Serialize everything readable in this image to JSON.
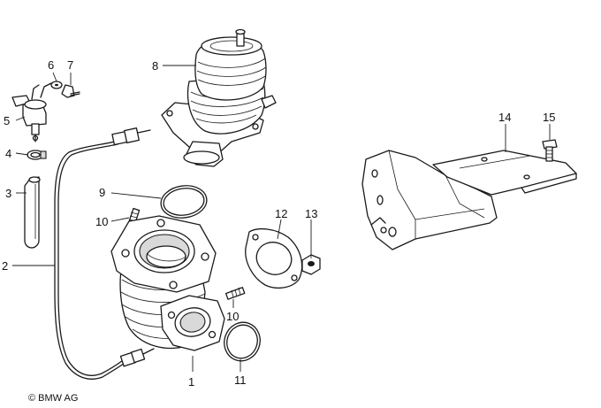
{
  "callouts": {
    "c1": "1",
    "c2": "2",
    "c3": "3",
    "c4": "4",
    "c5": "5",
    "c6": "6",
    "c7": "7",
    "c8": "8",
    "c9": "9",
    "c10a": "10",
    "c10b": "10",
    "c11": "11",
    "c12": "12",
    "c13": "13",
    "c14": "14",
    "c15": "15"
  },
  "copyright": "© BMW AG"
}
